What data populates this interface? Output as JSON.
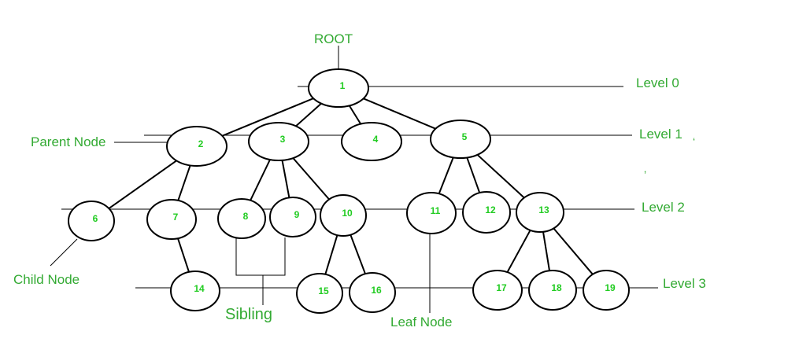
{
  "labels": {
    "root": "ROOT",
    "level0": "Level 0",
    "level1": "Level 1",
    "level2": "Level 2",
    "level3": "Level 3",
    "parent_node": "Parent Node",
    "child_node": "Child Node",
    "sibling": "Sibling",
    "leaf_node": "Leaf Node"
  },
  "nodes": [
    {
      "id": "1"
    },
    {
      "id": "2"
    },
    {
      "id": "3"
    },
    {
      "id": "4"
    },
    {
      "id": "5"
    },
    {
      "id": "6"
    },
    {
      "id": "7"
    },
    {
      "id": "8"
    },
    {
      "id": "9"
    },
    {
      "id": "10"
    },
    {
      "id": "11"
    },
    {
      "id": "12"
    },
    {
      "id": "13"
    },
    {
      "id": "14"
    },
    {
      "id": "15"
    },
    {
      "id": "16"
    },
    {
      "id": "17"
    },
    {
      "id": "18"
    },
    {
      "id": "19"
    }
  ],
  "edges": [
    [
      "1",
      "2"
    ],
    [
      "1",
      "3"
    ],
    [
      "1",
      "4"
    ],
    [
      "1",
      "5"
    ],
    [
      "2",
      "6"
    ],
    [
      "2",
      "7"
    ],
    [
      "3",
      "8"
    ],
    [
      "3",
      "9"
    ],
    [
      "3",
      "10"
    ],
    [
      "5",
      "11"
    ],
    [
      "5",
      "12"
    ],
    [
      "5",
      "13"
    ],
    [
      "7",
      "14"
    ],
    [
      "10",
      "15"
    ],
    [
      "10",
      "16"
    ],
    [
      "13",
      "17"
    ],
    [
      "13",
      "18"
    ],
    [
      "13",
      "19"
    ]
  ],
  "colors": {
    "label": "#33aa33",
    "node_text": "#22cc22",
    "line": "#000000"
  }
}
